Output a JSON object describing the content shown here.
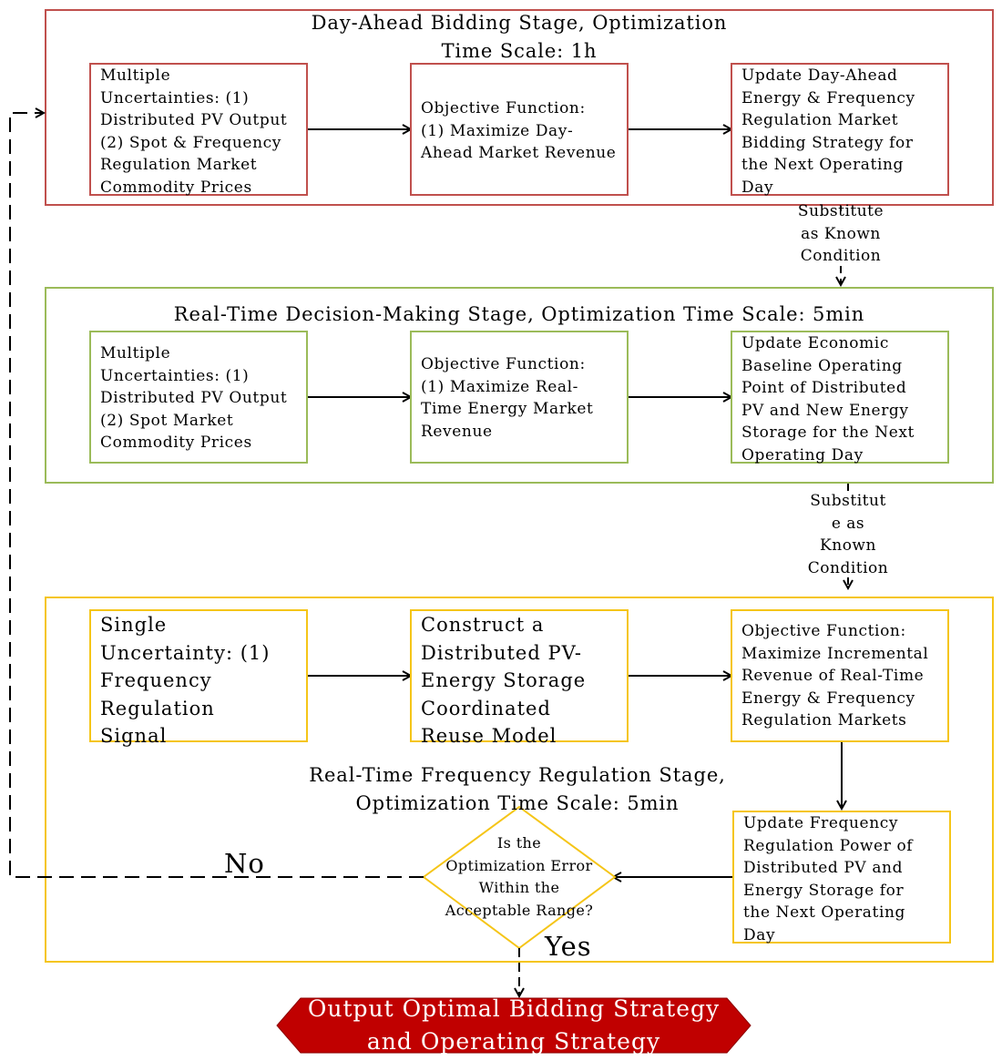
{
  "colors": {
    "stage1": "#c0504d",
    "stage2": "#9bbb59",
    "stage3": "#f5c518",
    "output_fill": "#c00000",
    "arrow": "#000000"
  },
  "stage1": {
    "title_line1": "Day-Ahead Bidding Stage, Optimization",
    "title_line2": "Time Scale: 1h",
    "box1": " Multiple\nUncertainties: (1)\nDistributed PV Output\n(2) Spot & Frequency\nRegulation Market\nCommodity Prices",
    "box2": "Objective Function:\n(1) Maximize Day-\nAhead Market Revenue",
    "box3": " Update Day-Ahead\nEnergy & Frequency\nRegulation Market\nBidding Strategy for\nthe Next Operating\nDay"
  },
  "link1": "Substitute\nas Known\nCondition",
  "stage2": {
    "title": "Real-Time Decision-Making Stage, Optimization Time Scale: 5min",
    "box1": " Multiple\nUncertainties: (1)\nDistributed PV Output\n(2) Spot Market\nCommodity Prices",
    "box2": "Objective Function:\n(1) Maximize Real-\nTime Energy Market\nRevenue",
    "box3": "Update Economic\nBaseline Operating\nPoint of Distributed\nPV and New Energy\nStorage for the Next\nOperating Day"
  },
  "link2": "Substitut\ne as\nKnown\nCondition",
  "stage3": {
    "title_line1": "Real-Time Frequency Regulation Stage,",
    "title_line2": "Optimization Time Scale: 5min",
    "box1": " Single\nUncertainty: (1)\nFrequency\nRegulation\nSignal",
    "box2": "Construct a\nDistributed PV-\nEnergy Storage\nCoordinated\nReuse Model",
    "box3": "Objective Function:\nMaximize Incremental\nRevenue of Real-Time\nEnergy & Frequency\nRegulation Markets",
    "box4": "Update Frequency\nRegulation Power of\nDistributed PV and\nEnergy Storage for\nthe Next Operating\nDay",
    "decision": "Is the\nOptimization Error\nWithin the\nAcceptable Range?"
  },
  "no_label": "No",
  "yes_label": "Yes",
  "output": "Output Optimal Bidding Strategy\nand Operating Strategy"
}
